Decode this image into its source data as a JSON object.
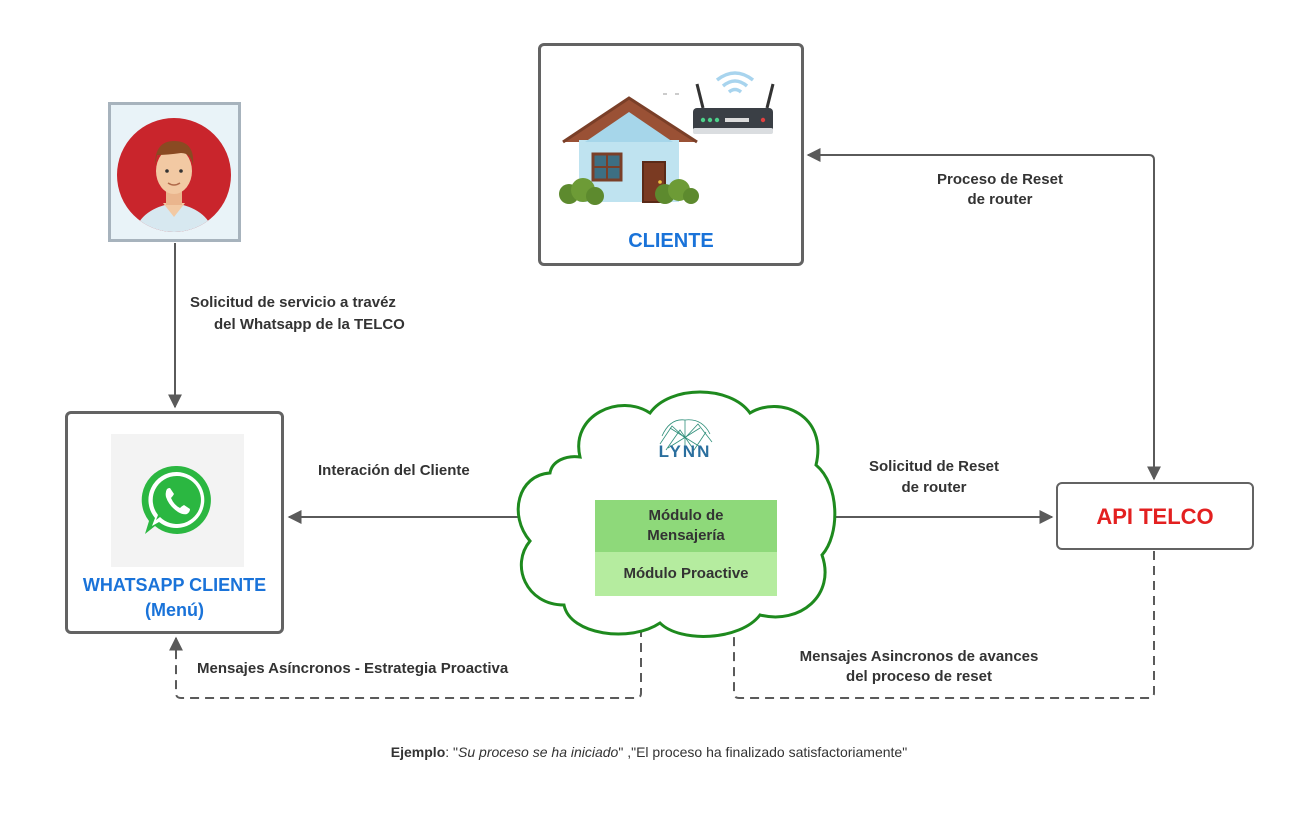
{
  "nodes": {
    "cliente_title": "CLIENTE",
    "whatsapp_title_line1": "WHATSAPP CLIENTE",
    "whatsapp_title_line2": "(Menú)",
    "api_title": "API TELCO",
    "lynn_logo_text": "LYNN",
    "modulo_mensajeria_line1": "Módulo de",
    "modulo_mensajeria_line2": "Mensajería",
    "modulo_proactive": "Módulo Proactive"
  },
  "edges": {
    "solicitud_servicio_line1": "Solicitud de servicio a travéz",
    "solicitud_servicio_line2": "del Whatsapp de la TELCO",
    "interacion_cliente": "Interación del Cliente",
    "solicitud_reset_line1": "Solicitud de Reset",
    "solicitud_reset_line2": "de router",
    "proceso_reset_line1": "Proceso de Reset",
    "proceso_reset_line2": "de router",
    "mensajes_asincronos_proactiva": "Mensajes Asíncronos - Estrategia Proactiva",
    "mensajes_avances_line1": "Mensajes Asincronos de avances",
    "mensajes_avances_line2": "del proceso de reset"
  },
  "footer": {
    "ejemplo_label": "Ejemplo",
    "sep1": ": \"",
    "ejemplo_italic": "Su proceso se ha iniciado",
    "sep2": "\" ,\"",
    "ejemplo_rest": "El proceso ha finalizado satisfactoriamente",
    "sep3": "\""
  },
  "colors": {
    "blue_text": "#1a73d9",
    "red_text": "#e32020",
    "cloud_green": "#1e8a1e",
    "module_green": "#8ed97a",
    "module_light_green": "#b5ec9f",
    "line_gray": "#636363"
  }
}
